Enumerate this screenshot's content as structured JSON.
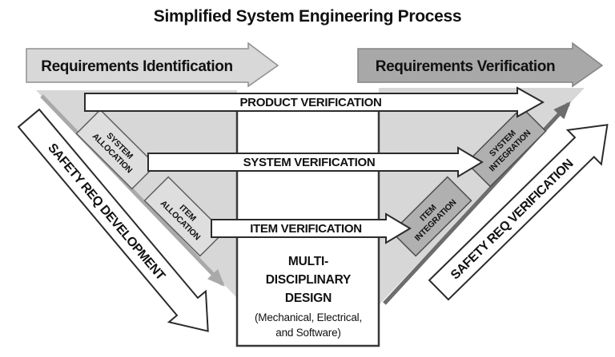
{
  "title": "Simplified System Engineering Process",
  "top_arrows": {
    "identification": "Requirements Identification",
    "verification": "Requirements Verification"
  },
  "safety_arrows": {
    "development": "SAFETY REQ DEVELOPMENT",
    "verification": "SAFETY REQ VERIFICATION"
  },
  "flow_arrows": {
    "product": "PRODUCT VERIFICATION",
    "system": "SYSTEM VERIFICATION",
    "item": "ITEM VERIFICATION"
  },
  "allocation_boxes": {
    "system": {
      "line1": "SYSTEM",
      "line2": "ALLOCATION"
    },
    "item": {
      "line1": "ITEM",
      "line2": "ALLOCATION"
    }
  },
  "integration_boxes": {
    "system": {
      "line1": "SYSTEM",
      "line2": "INTEGRATION"
    },
    "item": {
      "line1": "ITEM",
      "line2": "INTEGRATION"
    }
  },
  "center_box": {
    "line1": "MULTI-",
    "line2": "DISCIPLINARY",
    "line3": "DESIGN",
    "line4": "(Mechanical, Electrical,",
    "line5": "and Software)"
  },
  "colors": {
    "light_gray": "#d8d8d8",
    "medium_gray": "#a8a8a8",
    "triangle_gray": "#d7d7d7",
    "allocation_box_gray": "#dedede",
    "integration_box_gray": "#b0b0b0",
    "left_diagonal_gray": "#a9a9a9",
    "right_diagonal_gray": "#6d6d6d",
    "outline_dark": "#2b2b2b",
    "text": "#111111"
  }
}
